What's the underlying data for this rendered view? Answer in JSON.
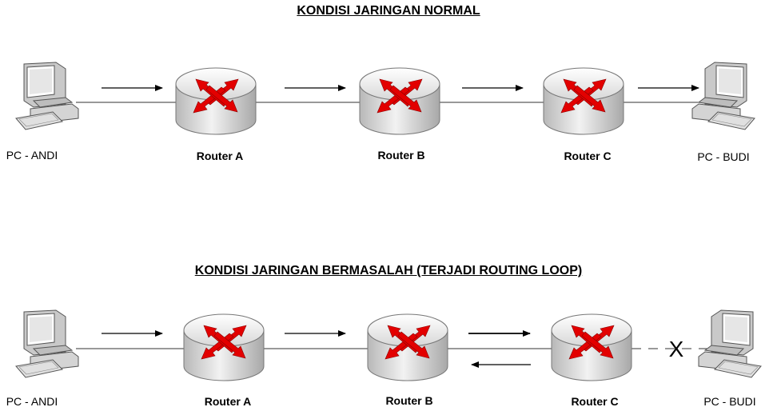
{
  "titles": {
    "top": "KONDISI JARINGAN NORMAL",
    "bottom": "KONDISI JARINGAN BERMASALAH (TERJADI ROUTING LOOP)"
  },
  "top": {
    "pc_left": "PC - ANDI",
    "router_a": "Router  A",
    "router_b": "Router B",
    "router_c": "Router C",
    "pc_right": "PC - BUDI"
  },
  "bottom": {
    "pc_left": "PC - ANDI",
    "router_a": "Router  A",
    "router_b": "Router B",
    "router_c": "Router C",
    "pc_right": "PC - BUDI",
    "break_mark": "X"
  },
  "colors": {
    "router_arrow": "#e30000",
    "router_body": "#d6d6d6",
    "line": "#333333"
  }
}
